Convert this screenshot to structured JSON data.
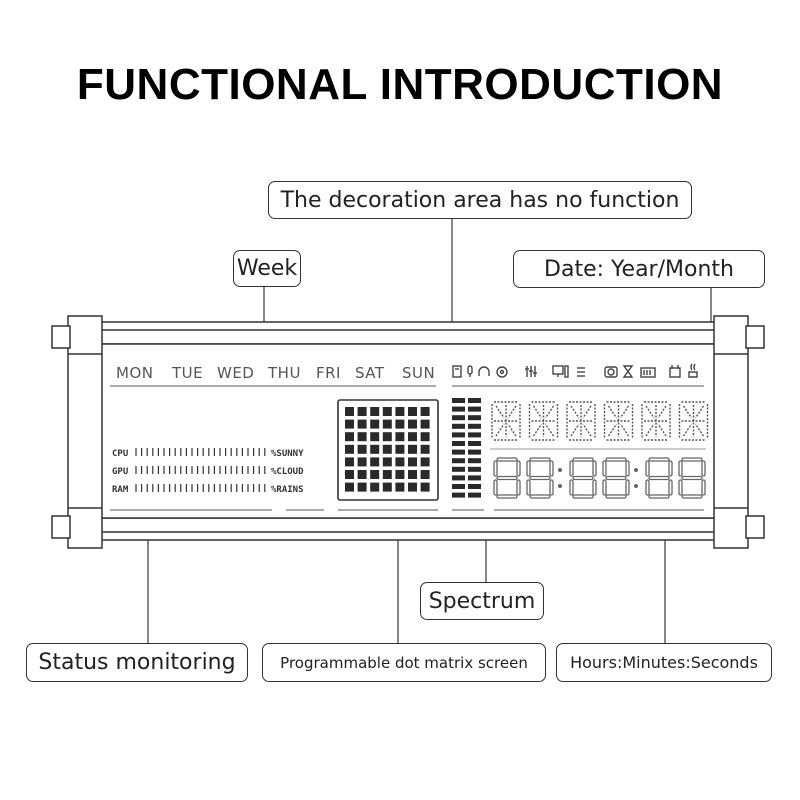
{
  "title": "FUNCTIONAL INTRODUCTION",
  "callouts": {
    "decoration": "The decoration area has no function",
    "week": "Week",
    "date": "Date: Year/Month",
    "spectrum": "Spectrum",
    "status": "Status monitoring",
    "dotmatrix": "Programmable dot matrix screen",
    "clock": "Hours:Minutes:Seconds"
  },
  "weekdays": [
    "MON",
    "TUE",
    "WED",
    "THU",
    "FRI",
    "SAT",
    "SUN"
  ],
  "status_rows": [
    {
      "label": "CPU",
      "suffix": "%SUNNY"
    },
    {
      "label": "GPU",
      "suffix": "%CLOUD"
    },
    {
      "label": "RAM",
      "suffix": "%RAINS"
    }
  ],
  "dot_matrix": {
    "rows": 7,
    "cols": 7
  },
  "date_digits": 6,
  "clock_digits": 6,
  "decoration_icons": [
    "floppy-icon",
    "mic-icon",
    "headphones-icon",
    "disc-icon",
    "equalizer-icon",
    "monitor-icon",
    "menu-icon",
    "camera-icon",
    "hourglass-icon",
    "battery-icon",
    "calendar-icon",
    "steaming-cup-icon"
  ]
}
